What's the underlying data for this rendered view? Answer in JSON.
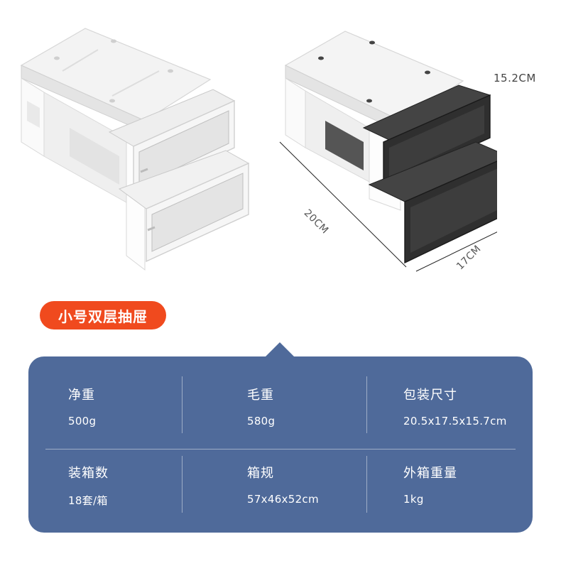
{
  "dimensions": {
    "height": "15.2CM",
    "depth": "20CM",
    "width": "17CM"
  },
  "badge": "小号双层抽屉",
  "specs": [
    {
      "label": "净重",
      "value": "500g"
    },
    {
      "label": "毛重",
      "value": "580g"
    },
    {
      "label": "包装尺寸",
      "value": "20.5x17.5x15.7cm"
    },
    {
      "label": "装箱数",
      "value": "18套/箱"
    },
    {
      "label": "箱规",
      "value": "57x46x52cm"
    },
    {
      "label": "外箱重量",
      "value": "1kg"
    }
  ],
  "colors": {
    "badge": "#f04a1e",
    "card": "#4f6a9a",
    "product_white": "#ffffff",
    "product_black": "#2a2a2a"
  }
}
